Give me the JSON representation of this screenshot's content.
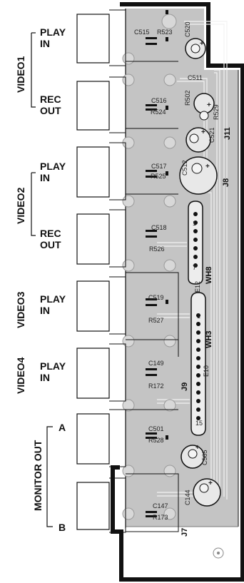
{
  "left_labels": {
    "video1": "VIDEO1",
    "video2": "VIDEO2",
    "video3": "VIDEO3",
    "video4": "VIDEO4",
    "monitor_out": "MONITOR OUT",
    "play": "PLAY",
    "in": "IN",
    "rec": "REC",
    "out": "OUT",
    "a": "A",
    "b": "B"
  },
  "components": {
    "c515": "C515",
    "r523": "R523",
    "c520": "C520",
    "c511": "C511",
    "r502": "R502",
    "r529": "R529",
    "c521": "C521",
    "c516": "C516",
    "r524": "R524",
    "c517": "C517",
    "r525": "R525",
    "c512": "C512",
    "c518": "C518",
    "r526": "R526",
    "c519": "C519",
    "r527": "R527",
    "c149": "C149",
    "r172": "R172",
    "c501": "C501",
    "r528": "R528",
    "c505": "C505",
    "c147": "C147",
    "r173": "R173",
    "c144": "C144",
    "e12": "E12",
    "e10": "E10"
  },
  "connectors": {
    "j11": "J11",
    "j8": "J8",
    "wh8": "WH8",
    "wh3": "WH3",
    "j9": "J9",
    "j7": "J7"
  },
  "pins": {
    "one": "1",
    "seven": "7",
    "fifteen": "15"
  },
  "polarity": "+"
}
